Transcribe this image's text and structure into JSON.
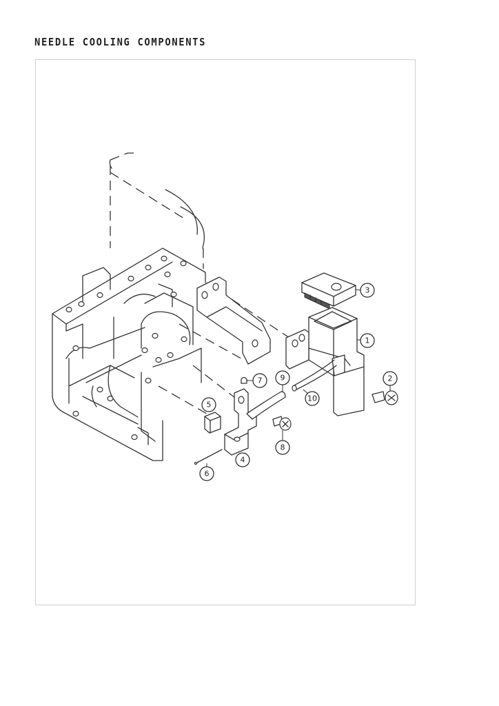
{
  "page": {
    "title": "NEEDLE COOLING COMPONENTS"
  },
  "callouts": [
    {
      "id": "1",
      "label": "1"
    },
    {
      "id": "2",
      "label": "2"
    },
    {
      "id": "3",
      "label": "3"
    },
    {
      "id": "4",
      "label": "4"
    },
    {
      "id": "5",
      "label": "5"
    },
    {
      "id": "6",
      "label": "6"
    },
    {
      "id": "7",
      "label": "7"
    },
    {
      "id": "8",
      "label": "8"
    },
    {
      "id": "9",
      "label": "9"
    },
    {
      "id": "10",
      "label": "10"
    }
  ]
}
